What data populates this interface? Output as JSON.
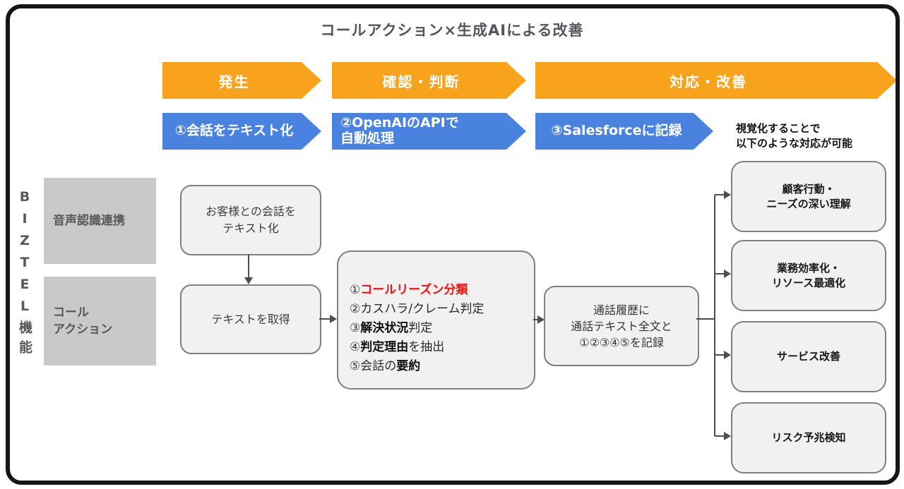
{
  "title": "コールアクション×生成AIによる改善",
  "colors": {
    "orange": "#F9A21B",
    "blue": "#4A82E0",
    "red": "#F01111",
    "gray_box": "#C9C9C9",
    "connector": "#4D4D4D"
  },
  "stages": [
    {
      "label": "発生"
    },
    {
      "label": "確認・判断"
    },
    {
      "label": "対応・改善"
    }
  ],
  "steps": [
    {
      "label": "①会話をテキスト化"
    },
    {
      "label": "②OpenAIのAPIで\n自動処理"
    },
    {
      "label": "③Salesforceに記録"
    }
  ],
  "annotation": "視覚化することで\n以下のような対応が可能",
  "sidebar": {
    "label": "BIZTEL機能",
    "features": [
      {
        "label": "音声認識連携"
      },
      {
        "label": "コール\nアクション"
      }
    ]
  },
  "flow": {
    "textify": "お客様との会話を\nテキスト化",
    "acquire": "テキストを取得",
    "analysis": {
      "items": [
        {
          "num": "①",
          "pre": "",
          "em": "コールリーズン分類",
          "rest": "",
          "em_color": "#F01111"
        },
        {
          "num": "②",
          "pre": "",
          "em": "",
          "rest": "カスハラ/クレーム判定"
        },
        {
          "num": "③",
          "pre": "",
          "em": "解決状況",
          "rest": "判定"
        },
        {
          "num": "④",
          "pre": "",
          "em": "判定理由",
          "rest": "を抽出"
        },
        {
          "num": "⑤",
          "pre": "会話の",
          "em": "要約",
          "rest": ""
        }
      ]
    },
    "record": "通話履歴に\n通話テキスト全文と\n①②③④⑤を記録"
  },
  "outcomes": [
    {
      "label": "顧客行動・\nニーズの深い理解"
    },
    {
      "label": "業務効率化・\nリソース最適化"
    },
    {
      "label": "サービス改善"
    },
    {
      "label": "リスク予兆検知"
    }
  ]
}
